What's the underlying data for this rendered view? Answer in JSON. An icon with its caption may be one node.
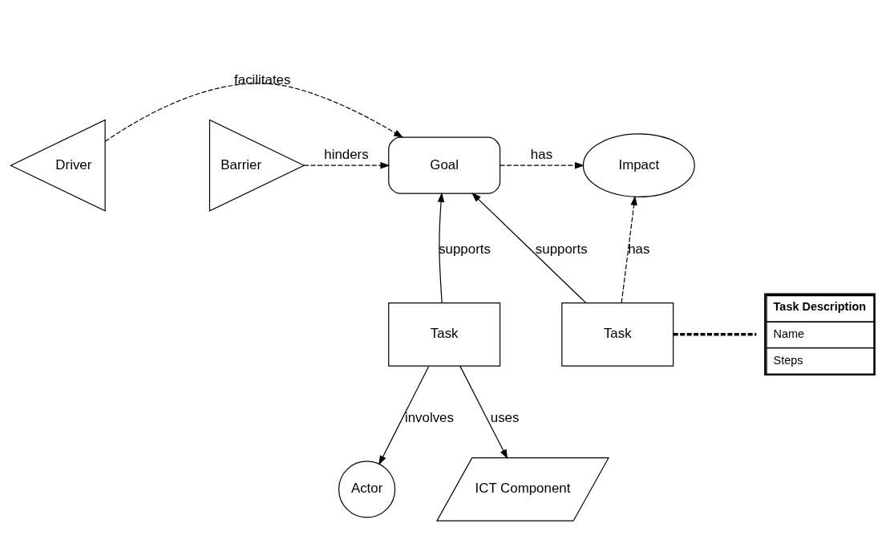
{
  "diagram": {
    "nodes": [
      {
        "text": [
          "Driver"
        ]
      },
      {
        "text": [
          "Barrier"
        ]
      },
      {
        "text": [
          "Goal"
        ]
      },
      {
        "text": [
          "Impact"
        ]
      },
      {
        "text": [
          "Task"
        ]
      },
      {
        "text": [
          "Task"
        ]
      },
      {
        "text": [
          "Task Description",
          "Name",
          "Steps"
        ]
      },
      {
        "text": [
          "Actor"
        ]
      },
      {
        "text": [
          "ICT Component"
        ]
      }
    ],
    "edges": [
      {
        "from": 0,
        "to": 2,
        "arrow": "to",
        "label": "facilitates",
        "style": "dashed"
      },
      {
        "from": 1,
        "to": 2,
        "arrow": "to",
        "label": "hinders",
        "style": "dashed"
      },
      {
        "from": 2,
        "to": 3,
        "arrow": "to",
        "label": "has",
        "style": "dashed"
      },
      {
        "from": 4,
        "to": 2,
        "arrow": "to",
        "label": "supports"
      },
      {
        "from": 5,
        "to": 2,
        "arrow": "to",
        "label": "supports"
      },
      {
        "from": 5,
        "to": 3,
        "arrow": "to",
        "label": "has",
        "style": "dashed"
      },
      {
        "from": 5,
        "to": 6,
        "arrow": "none",
        "style": "dashed"
      },
      {
        "from": 4,
        "to": 7,
        "arrow": "to",
        "label": "involves"
      },
      {
        "from": 4,
        "to": 8,
        "arrow": "to",
        "label": "uses"
      }
    ]
  }
}
